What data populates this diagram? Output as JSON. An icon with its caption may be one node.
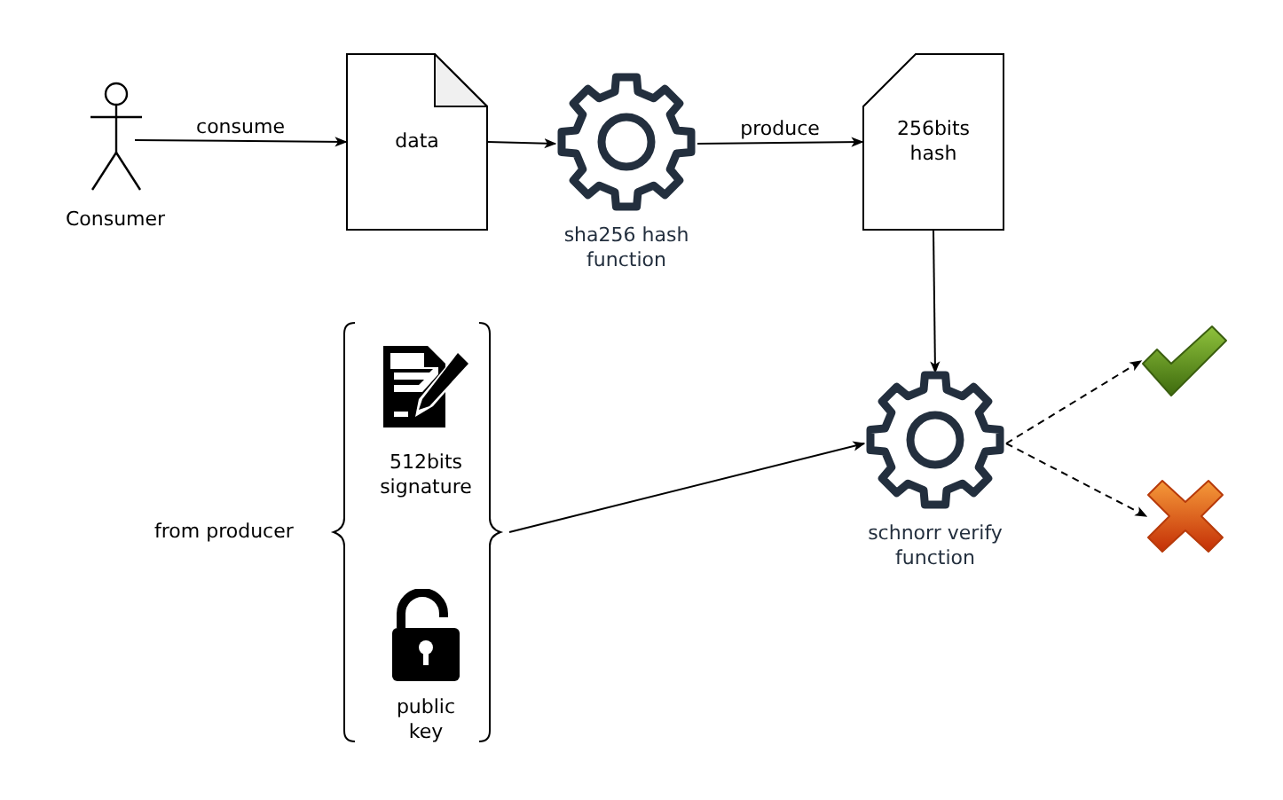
{
  "diagram": {
    "nodes": [
      {
        "text": [
          "Consumer"
        ]
      },
      {
        "text": [
          "data"
        ]
      },
      {
        "text": [
          "sha256 hash function"
        ]
      },
      {
        "text": [
          "256bits hash"
        ]
      },
      {
        "text": [
          "from producer"
        ]
      },
      {
        "text": [
          "512bits signature"
        ],
        "in": 4
      },
      {
        "text": [
          "public key"
        ],
        "in": 4
      },
      {
        "text": [
          "schnorr verify function"
        ]
      },
      {
        "text": [],
        "shape": "picture"
      },
      {
        "text": [],
        "shape": "picture"
      }
    ],
    "edges": [
      {
        "from": 0,
        "to": 1,
        "arrow": "to",
        "label": "consume"
      },
      {
        "from": 1,
        "to": 2,
        "arrow": "to"
      },
      {
        "from": 2,
        "to": 3,
        "arrow": "to",
        "label": "produce"
      },
      {
        "from": 3,
        "to": 7,
        "arrow": "to"
      },
      {
        "from": 4,
        "to": 7,
        "arrow": "to"
      },
      {
        "from": 7,
        "to": 8,
        "arrow": "to",
        "style": "dashed"
      },
      {
        "from": 7,
        "to": 9,
        "arrow": "to",
        "style": "dashed"
      }
    ]
  }
}
